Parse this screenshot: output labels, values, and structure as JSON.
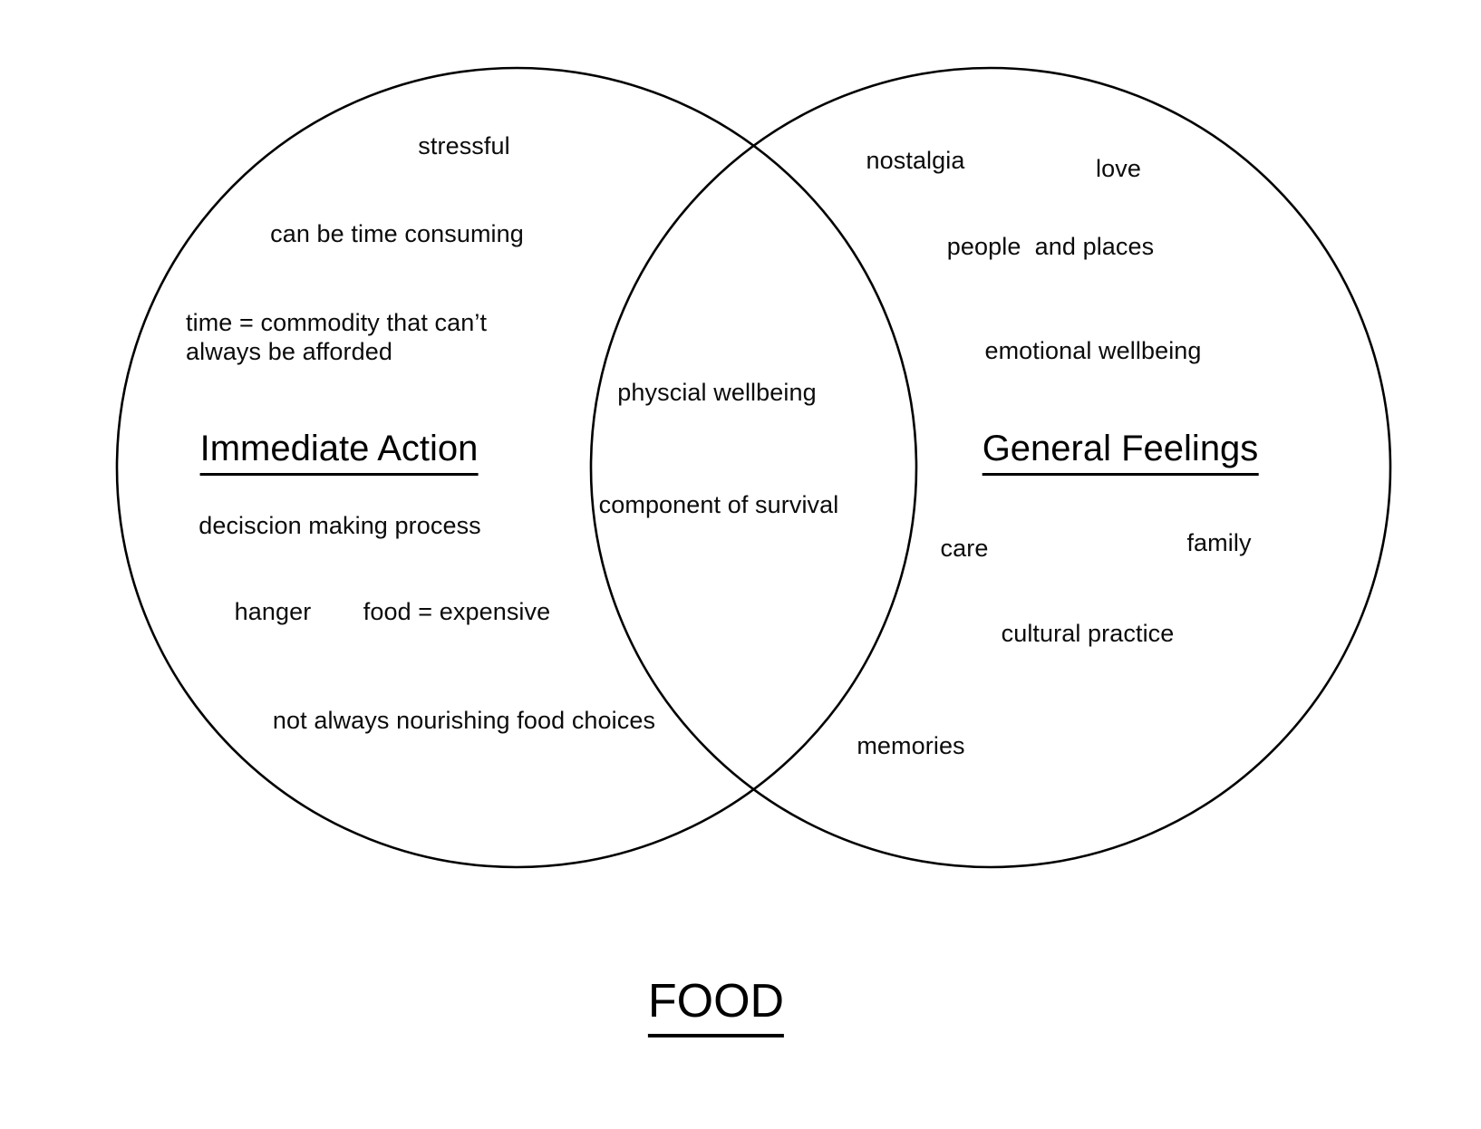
{
  "diagram": {
    "type": "venn",
    "title": "FOOD",
    "title_underlined": true,
    "background_color": "#ffffff",
    "stroke_color": "#000000",
    "text_color": "#000000",
    "left_set": {
      "title": "Immediate Action",
      "title_underlined": true,
      "items": [
        "stressful",
        "can be time consuming",
        "time = commodity that can’t",
        "always be afforded",
        "deciscion making process",
        "hanger",
        "food = expensive",
        "not always nourishing food choices"
      ]
    },
    "right_set": {
      "title": "General Feelings",
      "title_underlined": true,
      "items": [
        "nostalgia",
        "love",
        "people  and places",
        "emotional wellbeing",
        "care",
        "family",
        "cultural practice",
        "memories"
      ]
    },
    "overlap": {
      "items": [
        "physcial wellbeing",
        "component of survival"
      ]
    }
  },
  "labels": {
    "left_stressful": "stressful",
    "left_time_consuming": "can be time consuming",
    "left_commodity_line1": "time = commodity that can’t",
    "left_commodity_line2": "always be afforded",
    "left_title": "Immediate Action",
    "left_decision": "deciscion making process",
    "left_hanger": "hanger",
    "left_expensive": "food = expensive",
    "left_nourishing": "not always nourishing food choices",
    "center_physical": "physcial wellbeing",
    "center_survival": "component of survival",
    "right_nostalgia": "nostalgia",
    "right_love": "love",
    "right_people_places": "people  and places",
    "right_emotional": "emotional wellbeing",
    "right_title": "General Feelings",
    "right_care": "care",
    "right_family": "family",
    "right_cultural": "cultural practice",
    "right_memories": "memories",
    "bottom_title": "FOOD"
  }
}
